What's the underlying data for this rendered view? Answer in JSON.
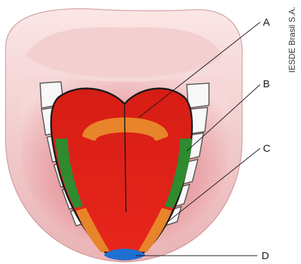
{
  "labels": {
    "a": "A",
    "b": "B",
    "c": "C",
    "d": "D"
  },
  "credit": "IESDE Brasil S.A.",
  "colors": {
    "tongue_base": "#e0231a",
    "region_a": "#e8842a",
    "region_b": "#2e8b2f",
    "region_c": "#e8842a",
    "region_d": "#1f6fd1",
    "lips": "#f2c4c4",
    "teeth": "#f7f7f7"
  }
}
